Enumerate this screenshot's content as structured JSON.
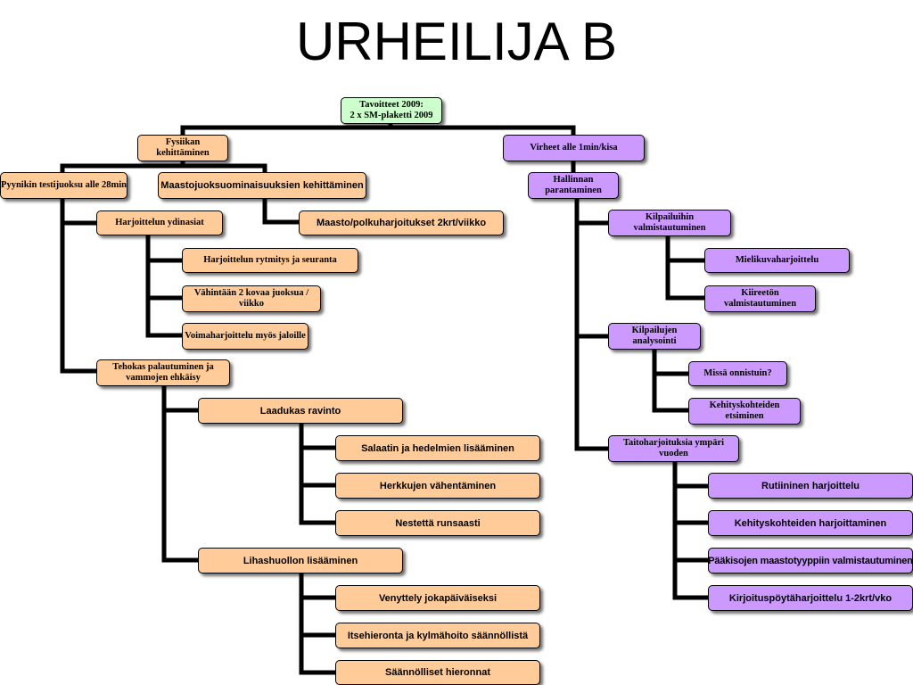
{
  "title": "URHEILIJA B",
  "colors": {
    "goal": "#ccffcc",
    "physical": "#ffcc99",
    "mental": "#cc99ff",
    "line": "#000000"
  },
  "nodes": {
    "root": "Tavoitteet 2009:\n2 x SM-plaketti 2009",
    "fysiikka": "Fysiikan kehittäminen",
    "pyynikki": "Pyynikin testijuoksu alle 28min",
    "maastojuoksu": "Maastojuoksuominaisuuksien kehittäminen",
    "maasto_polku": "Maasto/polkuharjoitukset 2krt/viikko",
    "ydinasiat": "Harjoittelun ydinasiat",
    "rytmitys": "Harjoittelun rytmitys ja seuranta",
    "kovaa": "Vähintään 2 kovaa juoksua / viikko",
    "voima": "Voimaharjoittelu myös jaloille",
    "palautuminen": "Tehokas palautuminen ja vammojen ehkäisy",
    "ravinto": "Laadukas ravinto",
    "salaatti": "Salaatin ja hedelmien lisääminen",
    "herkut": "Herkkujen vähentäminen",
    "neste": "Nestettä runsaasti",
    "lihashuolto": "Lihashuollon lisääminen",
    "venyttely": "Venyttely jokapäiväiseksi",
    "itsehieronta": "Itsehieronta ja kylmähoito säännöllistä",
    "hieronnat": "Säännölliset hieronnat",
    "virheet": "Virheet alle 1min/kisa",
    "hallinta": "Hallinnan parantaminen",
    "kilpailuvalm": "Kilpailuihin valmistautuminen",
    "mielikuva": "Mielikuvaharjoittelu",
    "kiireeton": "Kiireetön valmistautuminen",
    "analyysi": "Kilpailujen analysointi",
    "onnistuin": "Missä onnistuin?",
    "kehityskohteiden_etsiminen": "Kehityskohteiden etsiminen",
    "taito": "Taitoharjoituksia ympäri vuoden",
    "rutiini": "Rutiininen harjoittelu",
    "kehityskohteiden_harjoittaminen": "Kehityskohteiden harjoittaminen",
    "paakisat": "Pääkisojen maastotyyppiin valmistautuminen",
    "kirjoituspoyta": "Kirjoituspöytäharjoittelu 1-2krt/vko"
  }
}
